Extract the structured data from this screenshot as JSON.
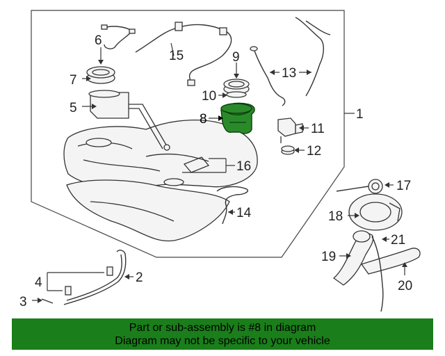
{
  "diagram": {
    "highlighted_part": "8",
    "callouts": [
      "1",
      "2",
      "3",
      "4",
      "5",
      "6",
      "7",
      "8",
      "9",
      "10",
      "11",
      "12",
      "13",
      "14",
      "15",
      "16",
      "17",
      "18",
      "19",
      "20",
      "21"
    ]
  },
  "banner": {
    "line1": "Part or sub-assembly is #8 in diagram",
    "line2": "Diagram may not be specific to your vehicle"
  },
  "colors": {
    "banner_bg": "#1a7e1a",
    "highlight": "#2a8a2a"
  }
}
